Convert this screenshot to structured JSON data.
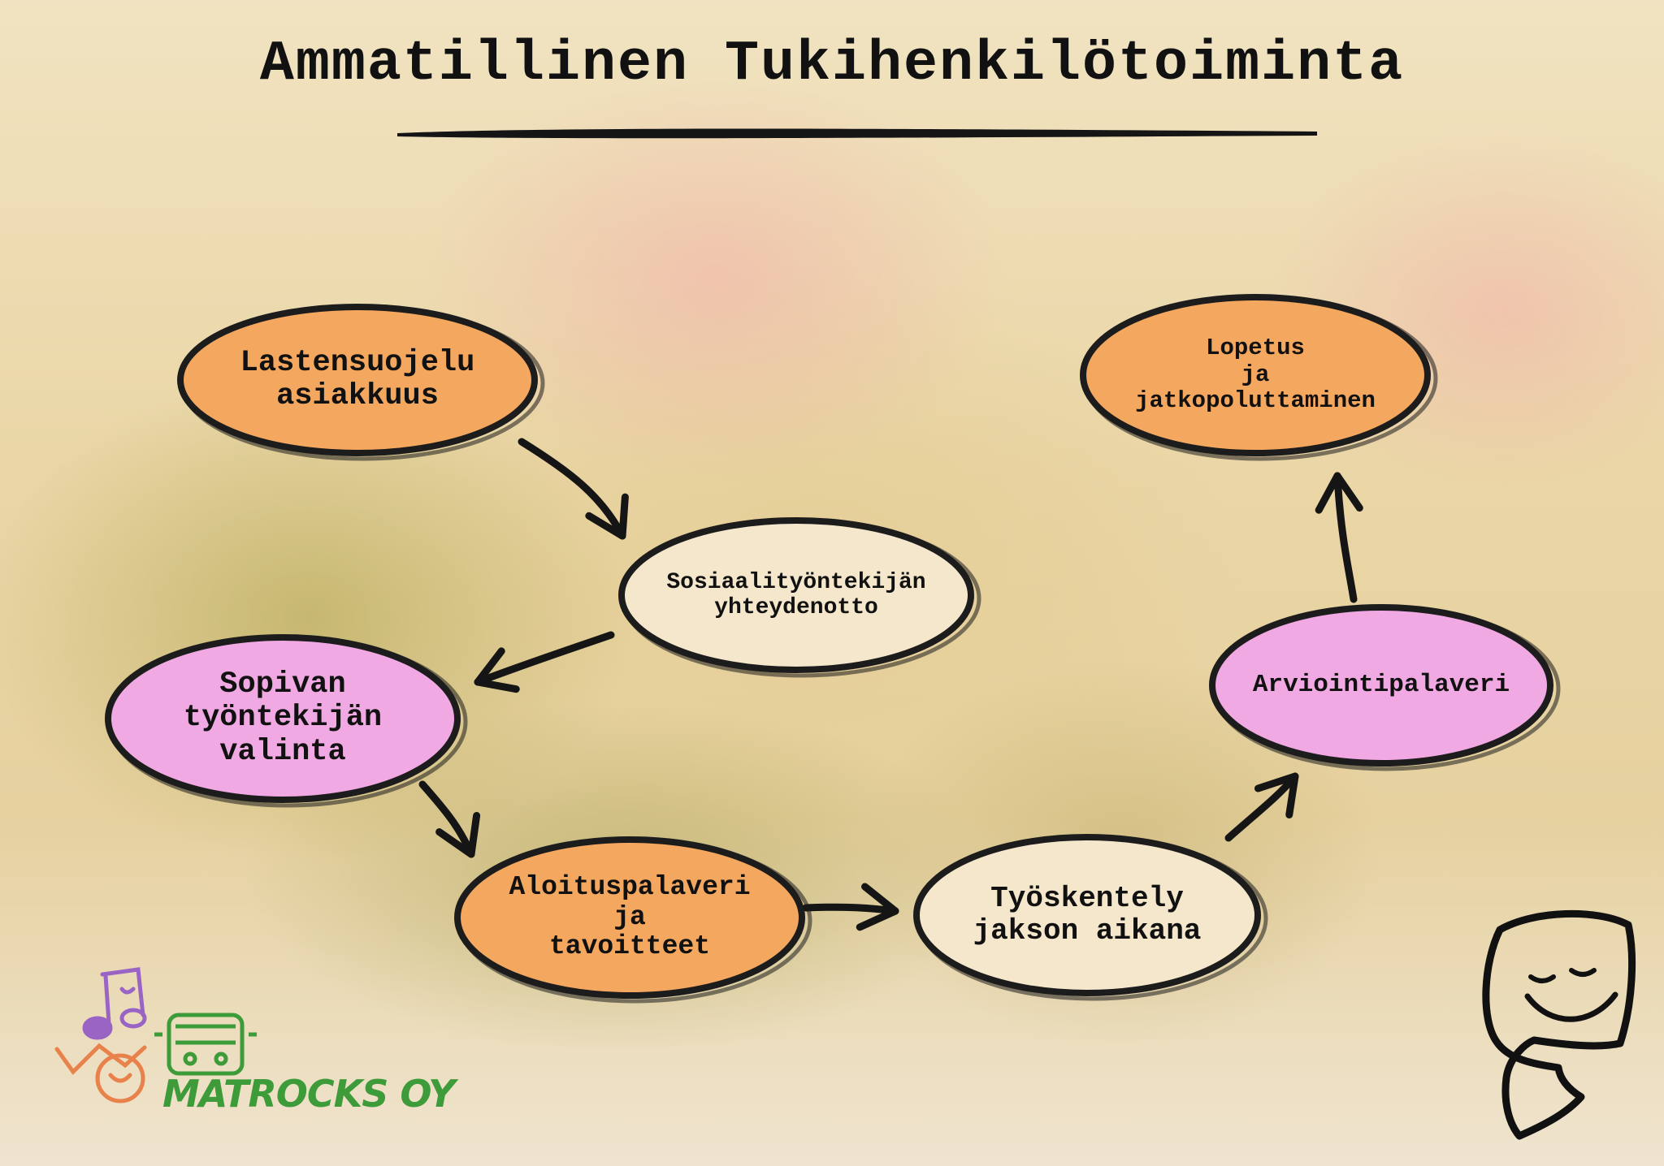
{
  "title": "Ammatillinen Tukihenkilötoiminta",
  "colors": {
    "orange": "#f4a75e",
    "cream": "#f4e7cc",
    "pink": "#f1a9e3",
    "outline": "#1c1c1c"
  },
  "nodes": [
    {
      "id": "lastensuojelu",
      "label": "Lastensuojelu\nasiakkuus",
      "color": "orange"
    },
    {
      "id": "sosiaalityontekija",
      "label": "Sosiaalityöntekijän\nyhteydenotto",
      "color": "cream"
    },
    {
      "id": "sopivan",
      "label": "Sopivan\ntyöntekijän\nvalinta",
      "color": "pink"
    },
    {
      "id": "aloituspalaveri",
      "label": "Aloituspalaveri\nja\ntavoitteet",
      "color": "orange"
    },
    {
      "id": "tyoskentely",
      "label": "Työskentely\njakson aikana",
      "color": "cream"
    },
    {
      "id": "arviointi",
      "label": "Arviointipalaveri",
      "color": "pink"
    },
    {
      "id": "lopetus",
      "label": "Lopetus\nja\njatkopoluttaminen",
      "color": "orange"
    }
  ],
  "edges": [
    {
      "from": "lastensuojelu",
      "to": "sosiaalityontekija"
    },
    {
      "from": "sosiaalityontekija",
      "to": "sopivan"
    },
    {
      "from": "sopivan",
      "to": "aloituspalaveri"
    },
    {
      "from": "aloituspalaveri",
      "to": "tyoskentely"
    },
    {
      "from": "tyoskentely",
      "to": "arviointi"
    },
    {
      "from": "arviointi",
      "to": "lopetus"
    }
  ],
  "logo": {
    "name": "MATROCKS OY",
    "icons": [
      "music-note-face-icon",
      "bus-face-icon",
      "note-face-icon"
    ]
  },
  "mascot": {
    "icon": "smiling-face-mascot-icon"
  }
}
